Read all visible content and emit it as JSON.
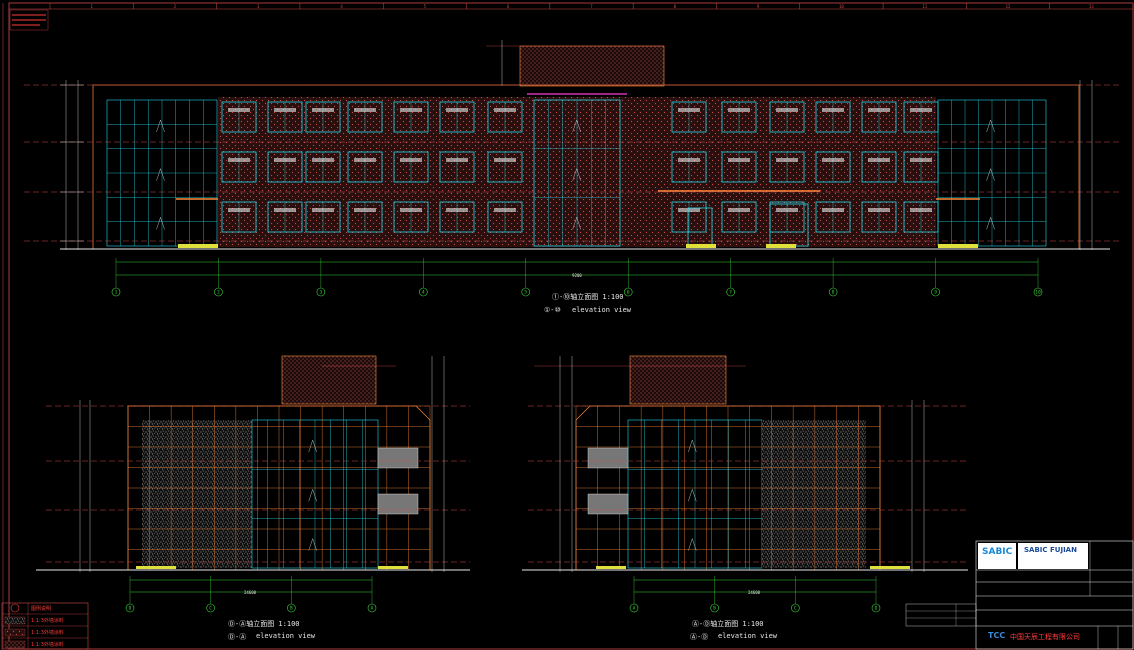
{
  "drawing": {
    "front": {
      "caption_cn": "①-⑩轴立面图 1:100",
      "caption_en": "elevation   view",
      "caption_en_prefix": "①-⑩",
      "axes": [
        "1",
        "2",
        "3",
        "4",
        "5",
        "6",
        "7",
        "8",
        "9",
        "10"
      ],
      "overall_dim": "9200"
    },
    "side_left": {
      "caption_cn": "Ⓓ-Ⓐ轴立面图 1:100",
      "caption_en": "elevation   view",
      "caption_en_prefix": "Ⓓ-Ⓐ",
      "axes": [
        "D",
        "C",
        "B",
        "A"
      ],
      "overall_dim": "24600"
    },
    "side_right": {
      "caption_cn": "Ⓐ-Ⓓ轴立面图 1:100",
      "caption_en": "elevation   view",
      "caption_en_prefix": "Ⓐ-Ⓓ",
      "axes": [
        "A",
        "B",
        "C",
        "D"
      ],
      "overall_dim": "24600"
    },
    "grid_top_numbers": [
      "1",
      "2",
      "3",
      "4",
      "5",
      "6",
      "7",
      "8",
      "9",
      "10",
      "11",
      "12",
      "13"
    ],
    "legend": {
      "title": "图例说明",
      "items": [
        "1:1:3外墙涂料",
        "1:1:3外墙涂料",
        "1:1:3外墙涂料"
      ]
    },
    "title_block": {
      "client_logo": "SABIC",
      "client_sub": "FUJIAN",
      "company": "中国天辰工程有限公司",
      "company_logo": "TCC"
    }
  }
}
